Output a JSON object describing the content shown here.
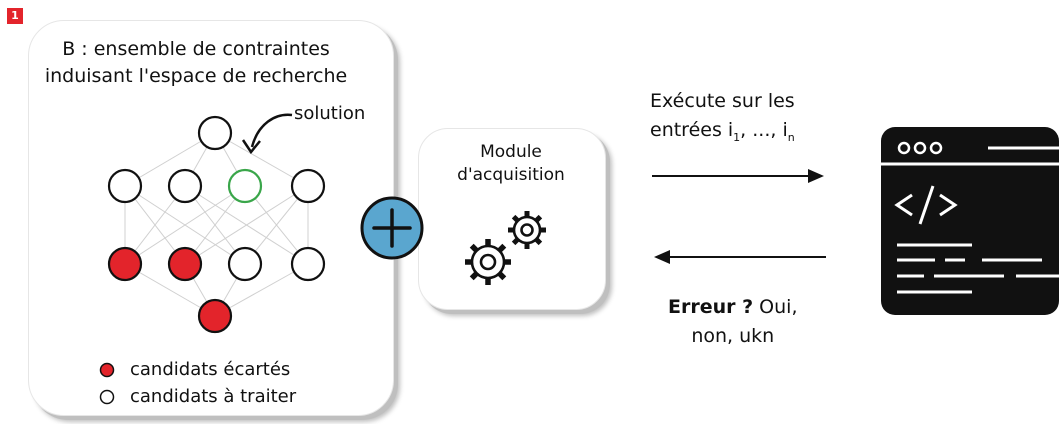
{
  "badge": "1",
  "panel": {
    "title_line1": "B : ensemble de contraintes",
    "title_line2": "induisant l'espace de recherche",
    "solution_label": "solution",
    "legend": [
      {
        "label": "candidats écartés",
        "color": "#e3242b"
      },
      {
        "label": "candidats à traiter",
        "color": "#ffffff"
      }
    ]
  },
  "plus_symbol": "+",
  "module": {
    "line1": "Module",
    "line2": "d'acquisition",
    "icon": "gears-icon"
  },
  "arrow_forward": {
    "line1": "Exécute sur les",
    "line2_prefix": "entrées i",
    "sub1": "1",
    "mid": ", ..., i",
    "subn": "n"
  },
  "arrow_back": {
    "bold": "Erreur ?",
    "rest": " Oui,",
    "line2": "non, ukn"
  },
  "program_icon": "code-window-icon",
  "colors": {
    "accent_red": "#e3242b",
    "accent_green": "#3aa64a",
    "plus_blue": "#5aa6cf",
    "dark": "#111111"
  }
}
